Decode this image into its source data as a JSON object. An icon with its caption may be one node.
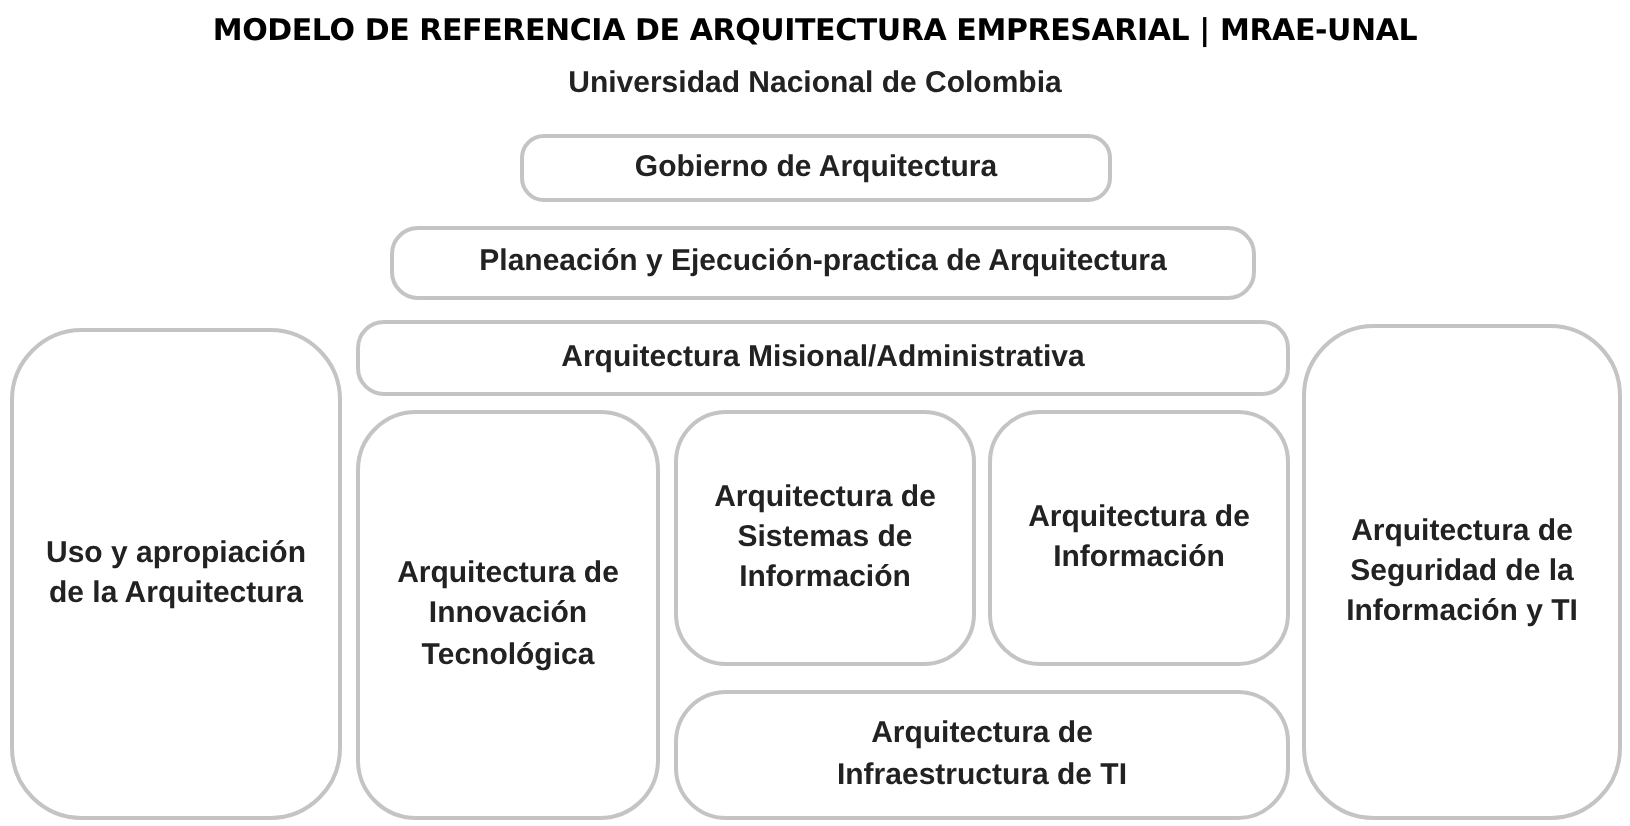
{
  "diagram": {
    "title": "MODELO DE REFERENCIA DE ARQUITECTURA EMPRESARIAL | MRAE-UNAL",
    "labels": [
      "Universidad Nacional de Colombia"
    ],
    "nodes": [
      {
        "text": [
          "Gobierno de Arquitectura"
        ]
      },
      {
        "text": [
          "Planeación y Ejecución-practica de Arquitectura"
        ]
      },
      {
        "text": [
          "Arquitectura Misional/Administrativa"
        ]
      },
      {
        "text": [
          "Uso y apropiación de la Arquitectura"
        ]
      },
      {
        "text": [
          "Arquitectura de Innovación Tecnológica"
        ]
      },
      {
        "text": [
          "Arquitectura de Sistemas de Información"
        ]
      },
      {
        "text": [
          "Arquitectura de Información"
        ]
      },
      {
        "text": [
          "Arquitectura de Seguridad de la Información y TI"
        ]
      },
      {
        "text": [
          "Arquitectura de Infraestructura de TI"
        ]
      }
    ]
  }
}
